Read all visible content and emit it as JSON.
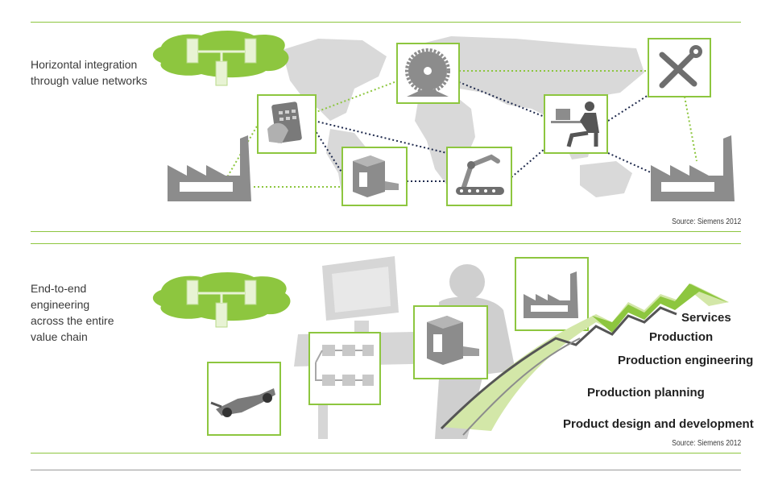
{
  "top_panel": {
    "caption_lines": [
      "Horizontal integration",
      "through value networks"
    ],
    "source": "Source: Siemens 2012",
    "icons": [
      "servers-cloud-icon",
      "factory-icon",
      "tablet-hand-icon",
      "3d-printer-icon",
      "saw-blade-icon",
      "robot-arm-icon",
      "desk-worker-icon",
      "tools-icon",
      "factory-icon"
    ]
  },
  "bottom_panel": {
    "caption_lines": [
      "End-to-end",
      "engineering",
      "across the entire",
      "value chain"
    ],
    "source": "Source: Siemens 2012",
    "stages": [
      "Services",
      "Production",
      "Production engineering",
      "Production planning",
      "Product design and development"
    ],
    "icons": [
      "servers-cloud-icon",
      "race-car-icon",
      "flowchart-icon",
      "3d-printer-icon",
      "factory-icon"
    ]
  },
  "colors": {
    "accent_green": "#8dc63f",
    "light_green": "#d3e7a8",
    "gray": "#8c8c8c",
    "map_gray": "#d9d9d9",
    "dark_link": "#1f2a4d"
  }
}
